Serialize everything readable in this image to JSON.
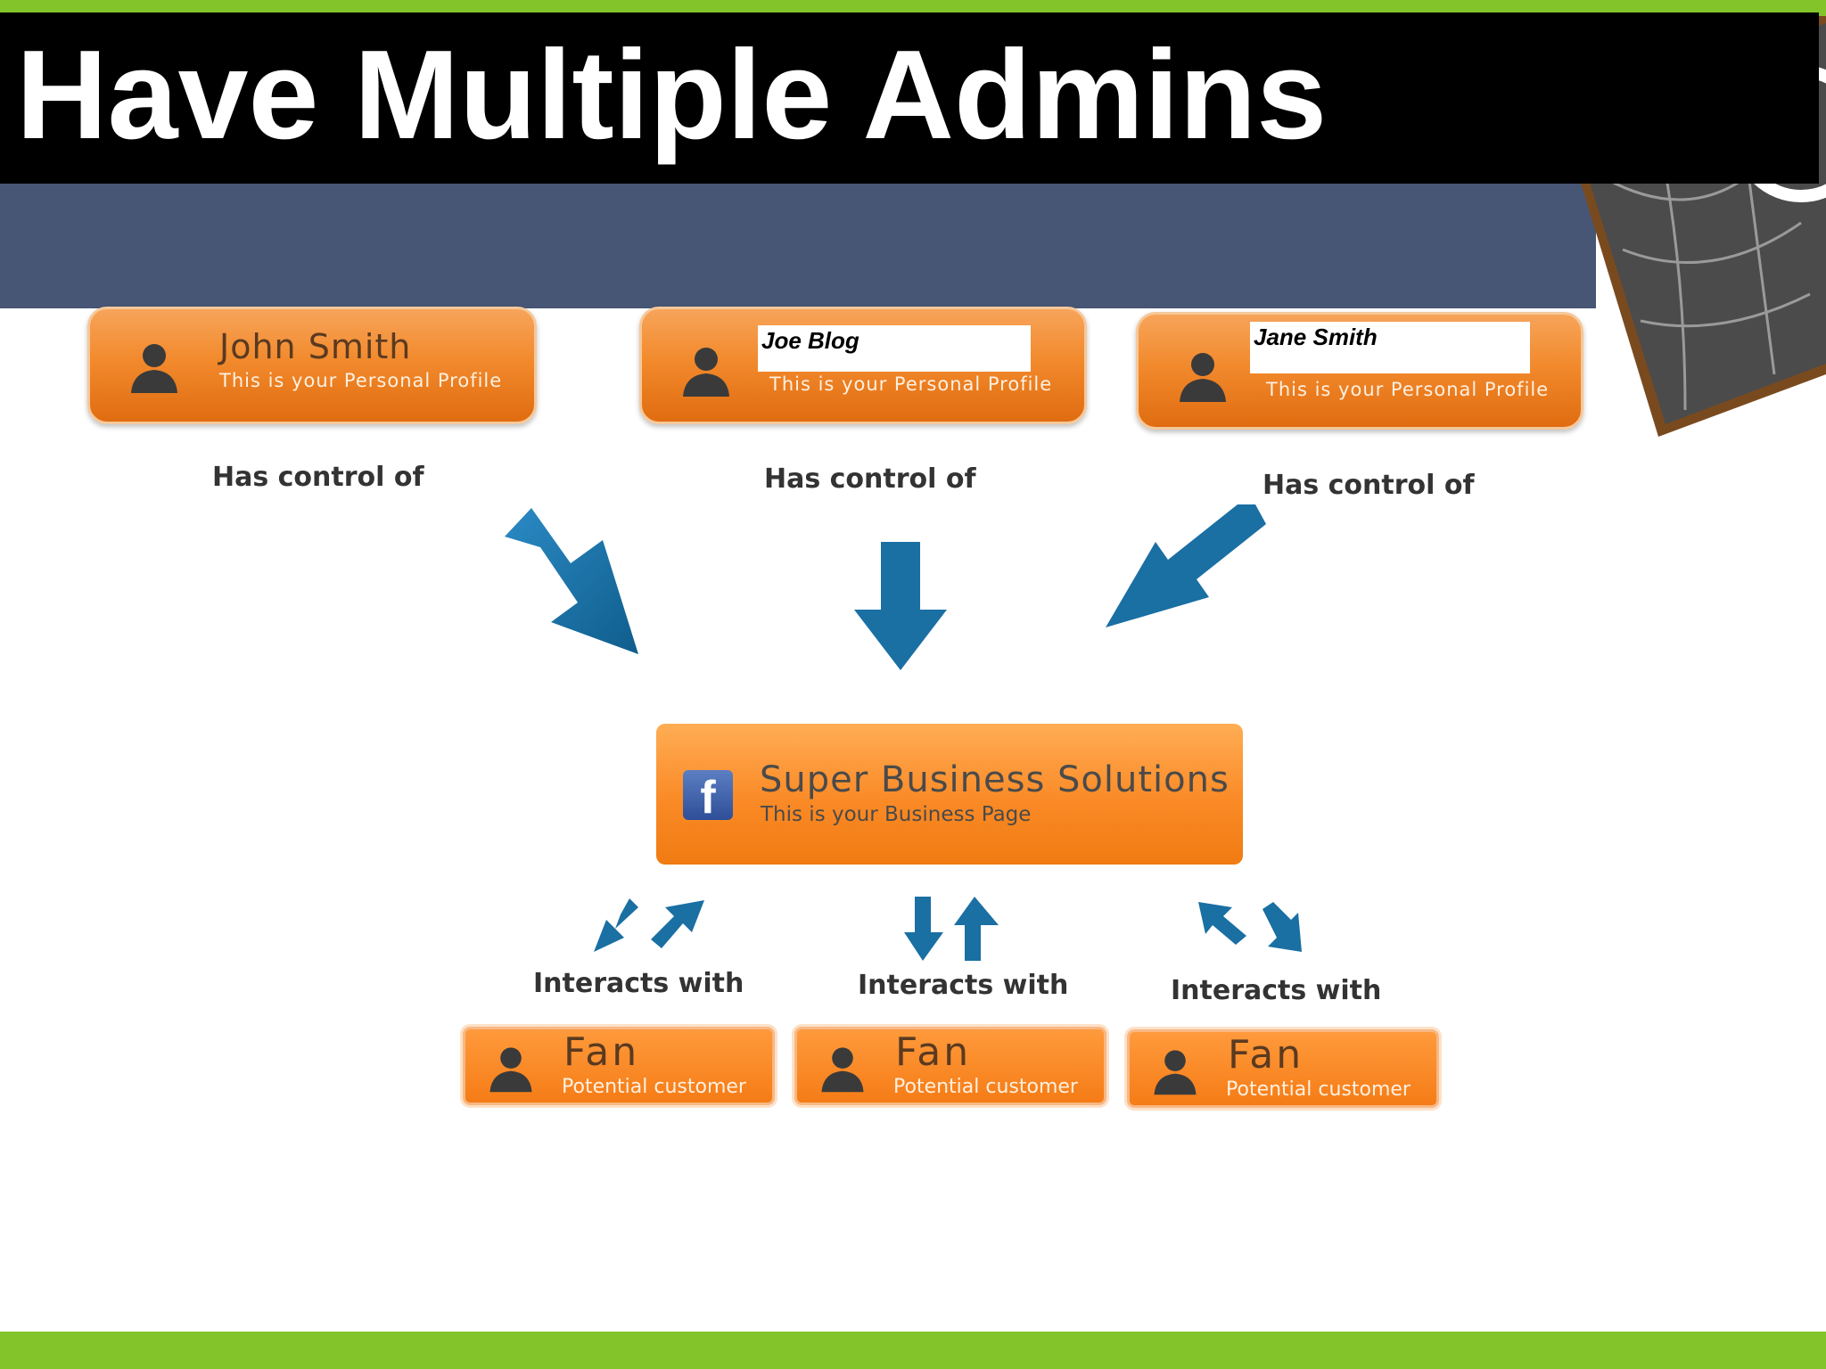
{
  "slide": {
    "title": "Have Multiple Admins"
  },
  "admins": [
    {
      "name": "John Smith",
      "subtitle": "This is your Personal Profile",
      "caption": "Has control of"
    },
    {
      "name": "Joe Blog",
      "subtitle": "This is your Personal Profile",
      "caption": "Has control of"
    },
    {
      "name": "Jane Smith",
      "subtitle": "This is your Personal Profile",
      "caption": "Has control of"
    }
  ],
  "business": {
    "name": "Super Business Solutions",
    "subtitle": "This is your Business Page",
    "icon": "facebook-icon",
    "icon_glyph": "f"
  },
  "interactions": [
    {
      "caption": "Interacts with",
      "fan_title": "Fan",
      "fan_subtitle": "Potential customer"
    },
    {
      "caption": "Interacts with",
      "fan_title": "Fan",
      "fan_subtitle": "Potential customer"
    },
    {
      "caption": "Interacts with",
      "fan_title": "Fan",
      "fan_subtitle": "Potential customer"
    }
  ],
  "colors": {
    "accent_green": "#84c42b",
    "banner_black": "#000000",
    "header_band": "#485675",
    "card_orange": "#f28a2d",
    "arrow_blue": "#1a6fa3"
  }
}
